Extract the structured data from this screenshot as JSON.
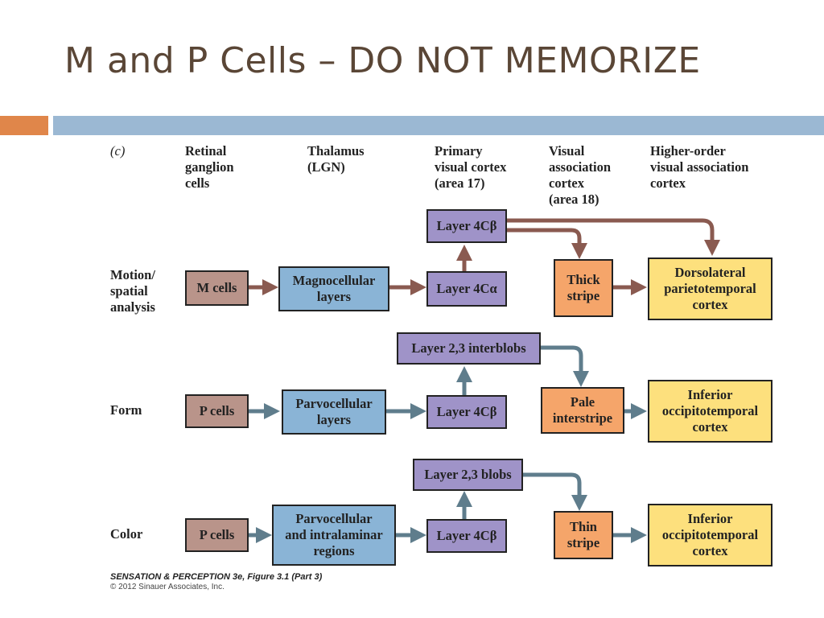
{
  "slide": {
    "title": "M and P Cells – DO NOT MEMORIZE"
  },
  "figure": {
    "panel_label": "(c)",
    "columns": [
      "Retinal\nganglion\ncells",
      "Thalamus\n(LGN)",
      "Primary\nvisual cortex\n(area 17)",
      "Visual\nassociation\ncortex\n(area 18)",
      "Higher-order\nvisual association\ncortex"
    ],
    "rows": [
      "Motion/\nspatial\nanalysis",
      "Form",
      "Color"
    ],
    "nodes": {
      "m_cells": "M cells",
      "magnocellular": "Magnocellular\nlayers",
      "layer4ca": "Layer 4Cα",
      "layer4cb_top": "Layer 4Cβ",
      "thick_stripe": "Thick\nstripe",
      "dorsolateral": "Dorsolateral\nparietotemporal\ncortex",
      "p_cells_form": "P cells",
      "parvo_form": "Parvocellular\nlayers",
      "layer4cb_form": "Layer 4Cβ",
      "interblobs": "Layer 2,3 interblobs",
      "pale_interstripe": "Pale\ninterstripe",
      "inferior_form": "Inferior\noccipitotemporal\ncortex",
      "p_cells_color": "P cells",
      "parvo_color": "Parvocellular\nand intralaminar\nregions",
      "layer4cb_color": "Layer 4Cβ",
      "blobs": "Layer 2,3 blobs",
      "thin_stripe": "Thin\nstripe",
      "inferior_color": "Inferior\noccipitotemporal\ncortex"
    },
    "credit_line1": "SENSATION & PERCEPTION 3e, Figure 3.1 (Part 3)",
    "credit_line2": "© 2012 Sinauer Associates, Inc."
  },
  "colors": {
    "title_text": "#5a4636",
    "accent_orange": "#e0864a",
    "accent_blue": "#9bb8d3",
    "motion_arrow": "#8a5a50",
    "form_color_arrow": "#5f7d8c"
  }
}
